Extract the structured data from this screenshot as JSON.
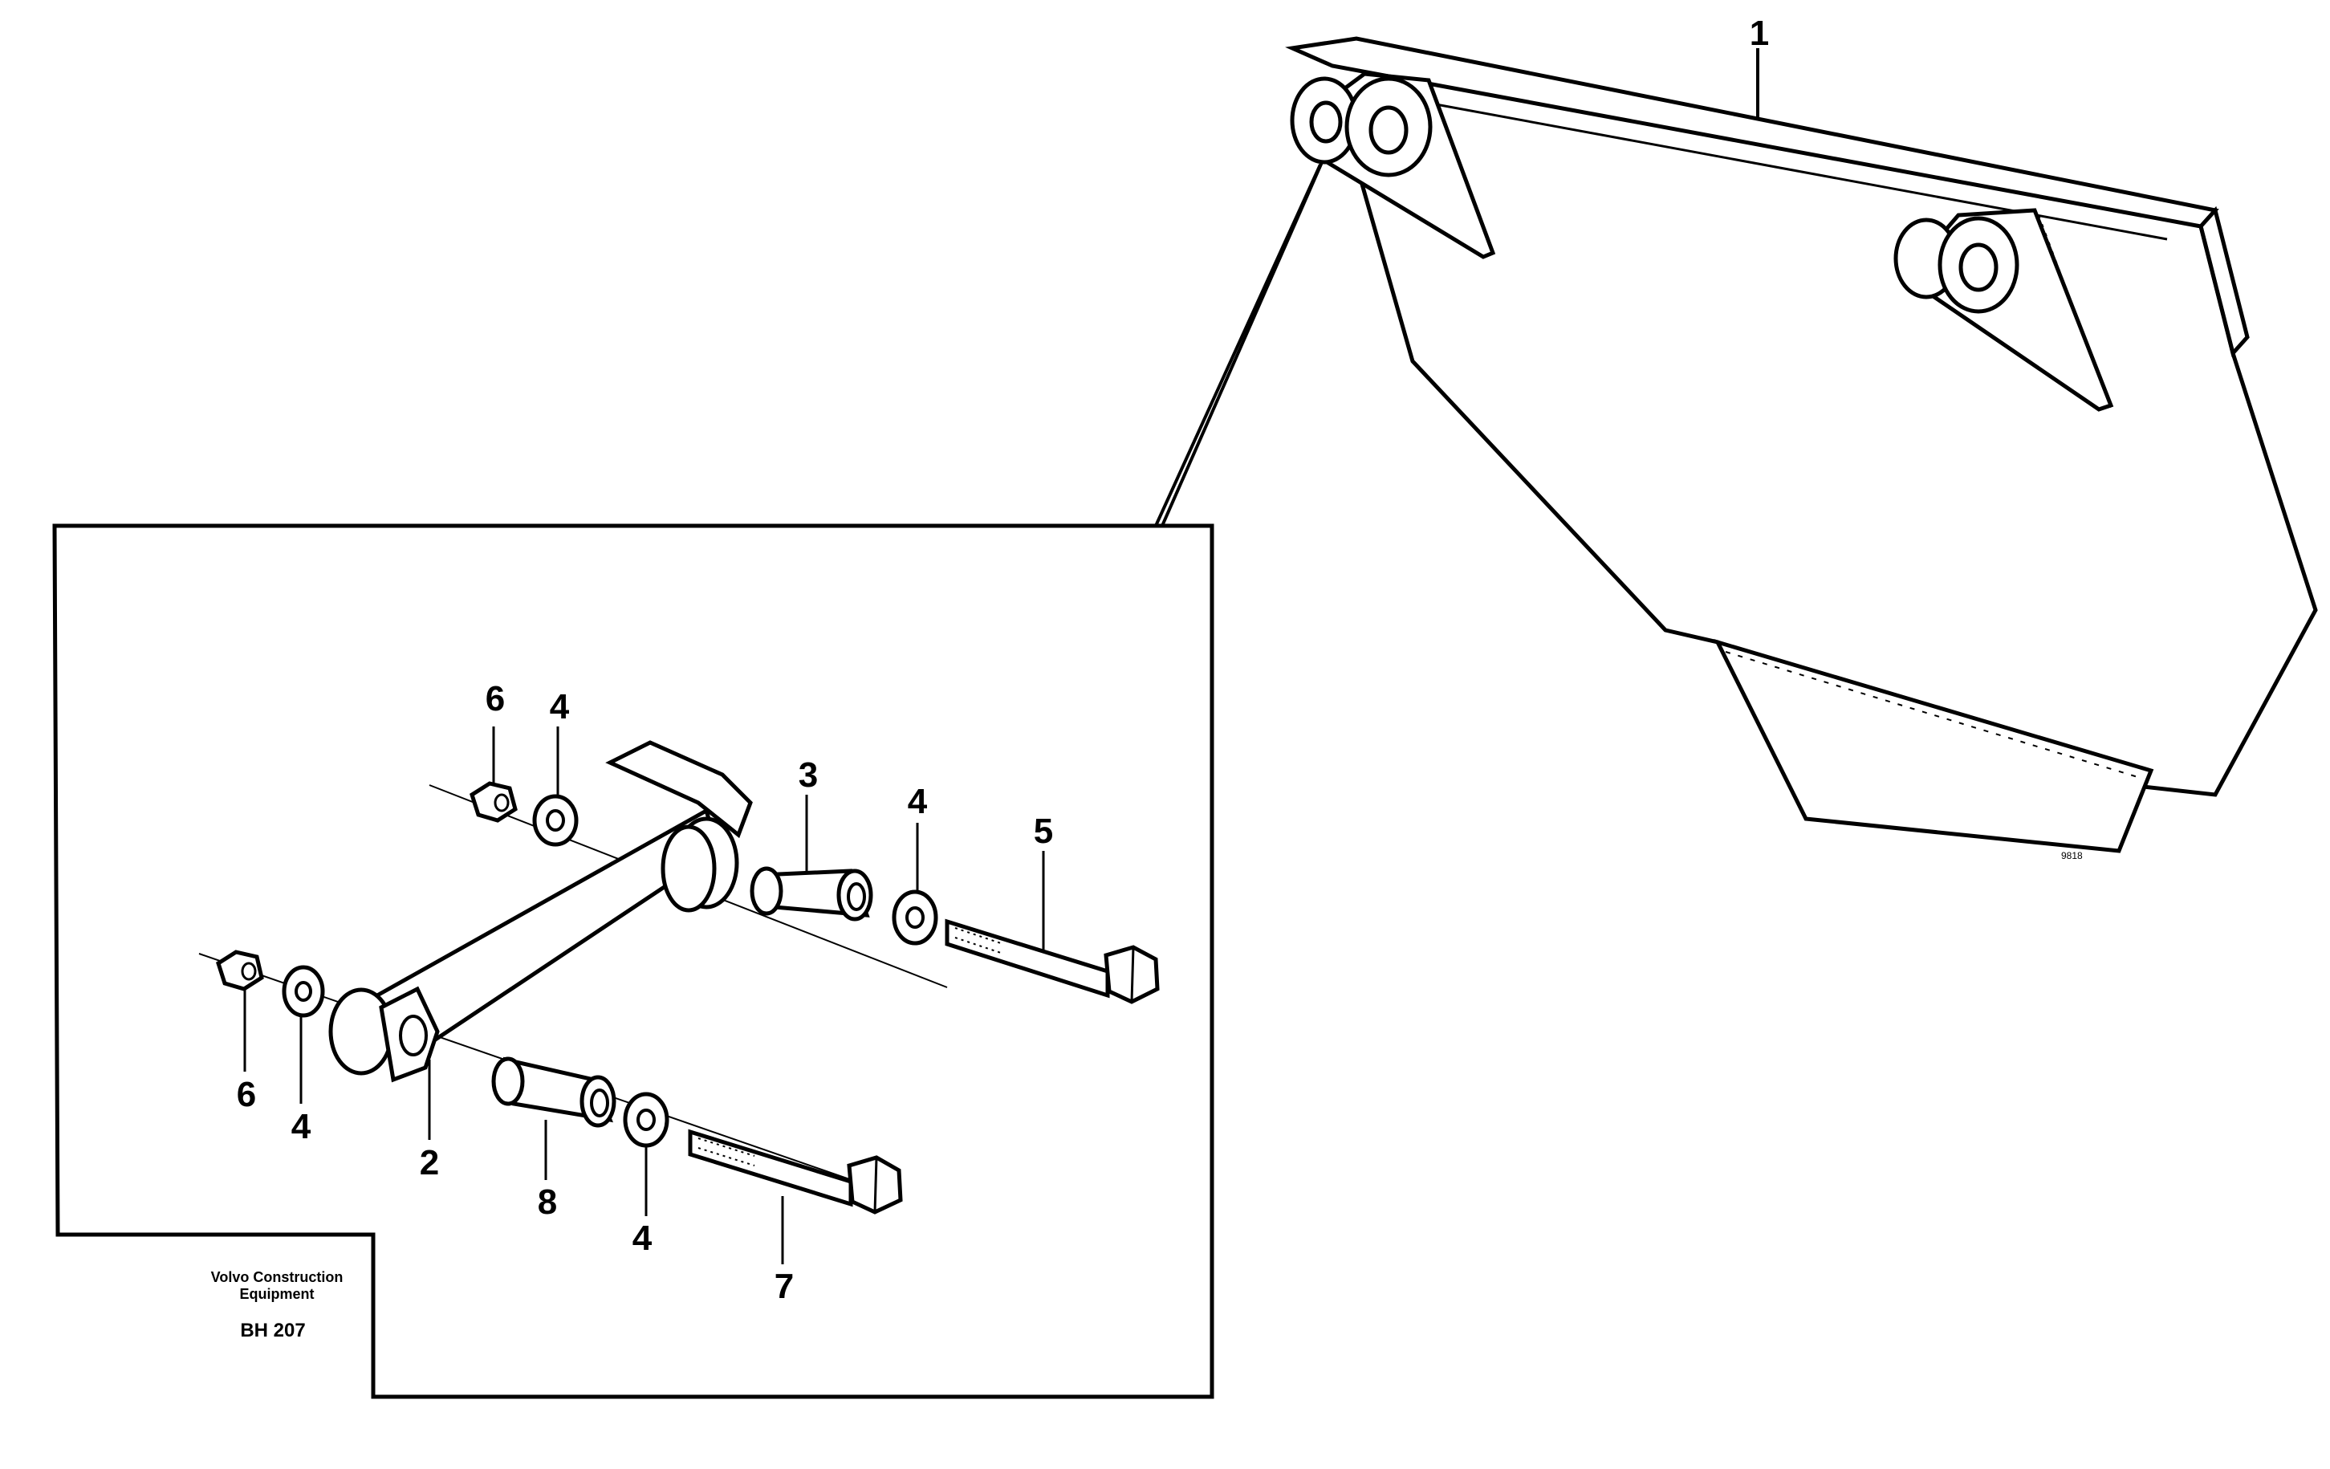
{
  "figure": {
    "callouts": {
      "c1": "1",
      "c2": "2",
      "c3": "3",
      "c4a": "4",
      "c4b": "4",
      "c4c": "4",
      "c4d": "4",
      "c5": "5",
      "c6a": "6",
      "c6b": "6",
      "c7": "7",
      "c8": "8"
    },
    "caption_line1": "Volvo Construction",
    "caption_line2": "Equipment",
    "code": "BH 207",
    "drawing_mark": "9818"
  }
}
